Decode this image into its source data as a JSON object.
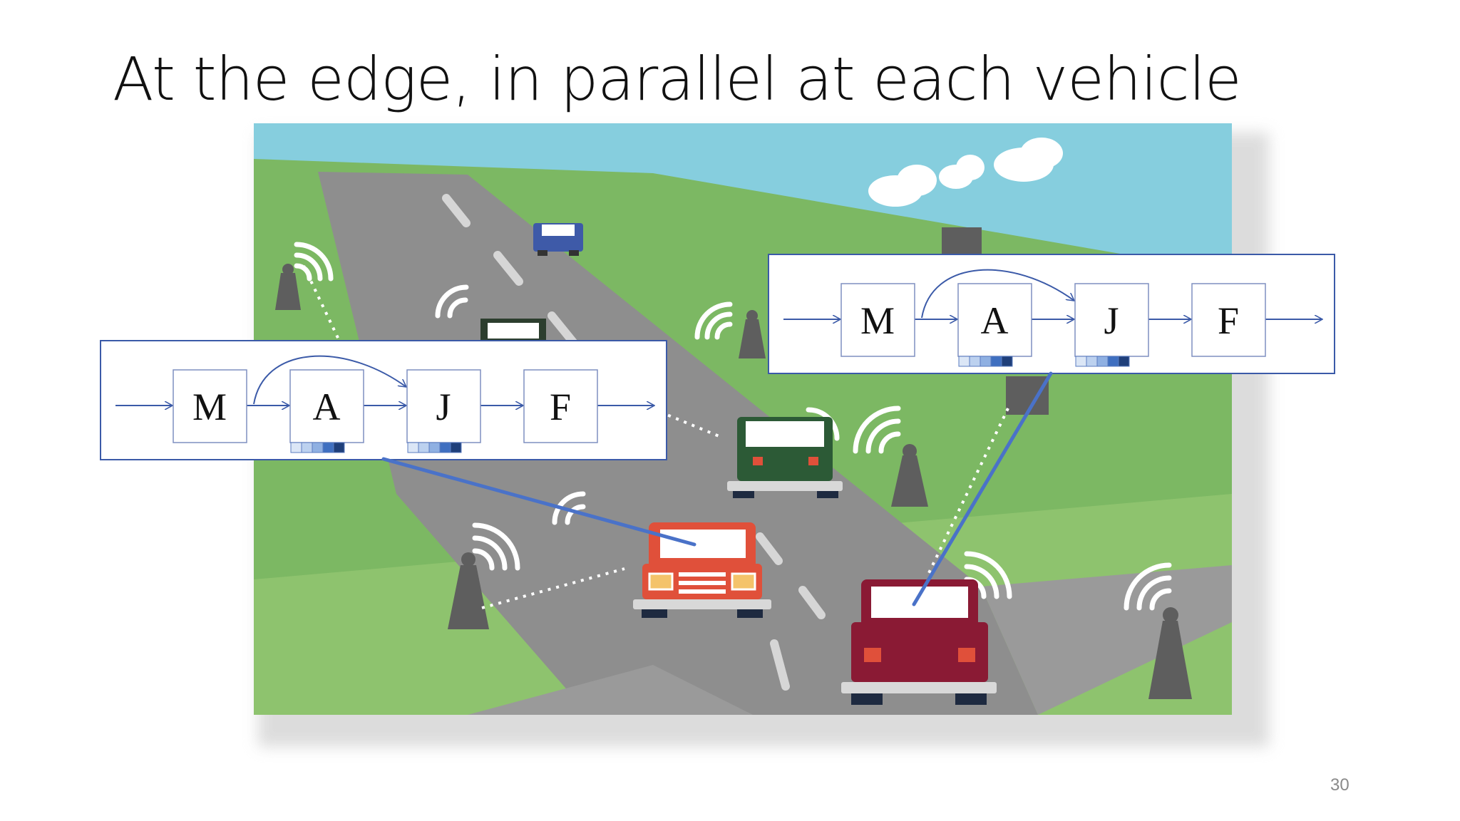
{
  "slide": {
    "title": "At the edge, in parallel at each vehicle",
    "page_number": "30"
  },
  "pipelines": [
    {
      "id": "left",
      "operators": [
        "M",
        "A",
        "J",
        "F"
      ]
    },
    {
      "id": "right",
      "operators": [
        "M",
        "A",
        "J",
        "F"
      ]
    }
  ],
  "colors": {
    "sky": "#86cede",
    "grass": "#7cb863",
    "road": "#8e8e8e",
    "pipeline_border": "#3b5aa8",
    "connector_line": "#4a72c8",
    "car_red": "#e0503a",
    "car_green": "#2c5a36",
    "car_maroon": "#8a1a34",
    "car_blue": "#3e5aa8",
    "tower": "#5e5e5e"
  }
}
